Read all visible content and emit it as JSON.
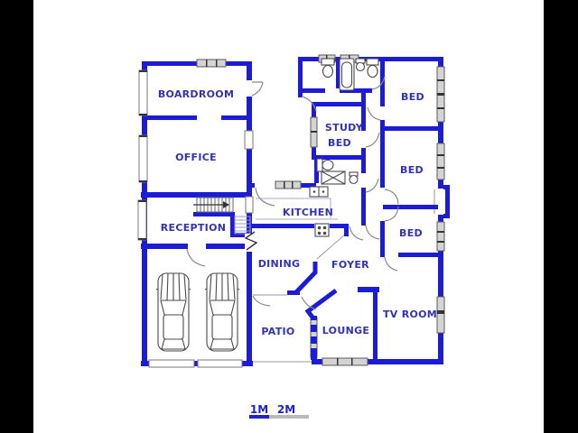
{
  "rooms": [
    {
      "name": "boardroom",
      "label": "BOARDROOM"
    },
    {
      "name": "office",
      "label": "OFFICE"
    },
    {
      "name": "reception",
      "label": "RECEPTION"
    },
    {
      "name": "kitchen",
      "label": "KITCHEN"
    },
    {
      "name": "study-bed",
      "label": "STUDY",
      "label_line2": "BED"
    },
    {
      "name": "bed-1",
      "label": "BED"
    },
    {
      "name": "bed-2",
      "label": "BED"
    },
    {
      "name": "bed-3",
      "label": "BED"
    },
    {
      "name": "dining",
      "label": "DINING"
    },
    {
      "name": "foyer",
      "label": "FOYER"
    },
    {
      "name": "patio",
      "label": "PATIO"
    },
    {
      "name": "lounge",
      "label": "LOUNGE"
    },
    {
      "name": "tv-room",
      "label": "TV ROOM"
    }
  ],
  "scale_bar": {
    "label_1m": "1M",
    "label_2m": "2M"
  },
  "colors": {
    "wall": "#1c1cd6",
    "room_label": "#3232b4",
    "window_fill": "#d4d4d4",
    "door_arc": "#8a8a8a",
    "fixture_outline": "#4a4a4a",
    "side_bar": "#000000",
    "scale_blue": "#2222cc",
    "scale_gray": "#b9b9b9"
  },
  "icons": [
    "toilet-icon",
    "bathtub-icon",
    "basin-icon",
    "shower-icon",
    "kitchen-sink-icon",
    "stove-icon",
    "car-icon",
    "staircase-icon",
    "break-symbol-icon",
    "scale-bar-icon"
  ]
}
